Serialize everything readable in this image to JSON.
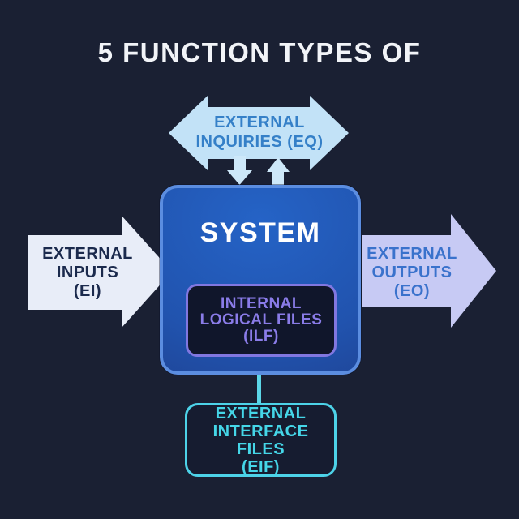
{
  "title": "5 FUNCTION TYPES OF",
  "diagram": {
    "system": {
      "label": "SYSTEM"
    },
    "external_inquiries": {
      "label": "EXTERNAL\nINQUIRIES (EQ)",
      "abbr": "EQ"
    },
    "external_inputs": {
      "label": "EXTERNAL\nINPUTS\n(EI)",
      "abbr": "EI"
    },
    "external_outputs": {
      "label": "EXTERNAL\nOUTPUTS\n(EO)",
      "abbr": "EO"
    },
    "internal_logical_files": {
      "label": "INTERNAL\nLOGICAL FILES\n(ILF)",
      "abbr": "ILF"
    },
    "external_interface_files": {
      "label": "EXTERNAL\nINTERFACE FILES\n(EIF)",
      "abbr": "EIF"
    }
  },
  "colors": {
    "background": "#1a2033",
    "title_text": "#f2f4f8",
    "eq_arrow_fill": "#c2e2f7",
    "eq_text": "#3580c8",
    "small_arrow_fill": "#cde8f9",
    "ei_arrow_fill": "#e8edf8",
    "ei_text": "#1b2a4d",
    "eo_arrow_fill": "#c7caf4",
    "eo_text": "#3a72cc",
    "system_fill": "#2158b9",
    "system_border": "#5b8de0",
    "system_text": "#ffffff",
    "ilf_fill": "#10162b",
    "ilf_accent": "#8177e0",
    "eif_accent": "#4dd2e8",
    "connector": "#5cd6e8"
  }
}
